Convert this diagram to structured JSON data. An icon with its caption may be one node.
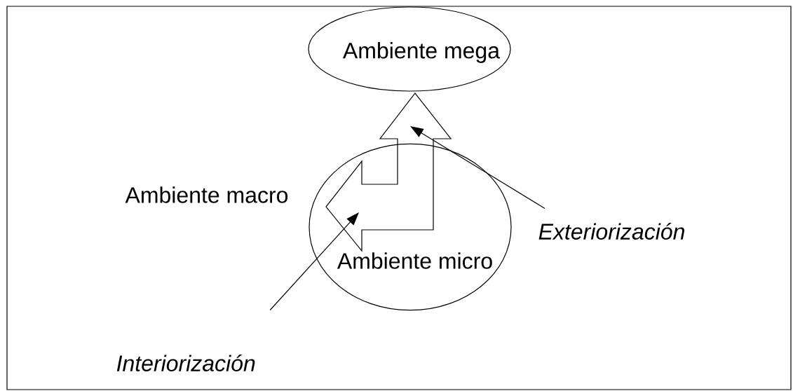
{
  "diagram": {
    "nodes": [
      {
        "text": [
          "Ambiente mega"
        ]
      },
      {
        "text": [],
        "shape": "arrow"
      },
      {
        "text": [
          "Ambiente micro"
        ]
      },
      {
        "text": [
          "Exteriorización"
        ]
      },
      {
        "text": [
          "Interiorización"
        ]
      }
    ],
    "edges": [
      {
        "from": 3,
        "to": 1,
        "arrow": "to"
      },
      {
        "from": 4,
        "to": 1,
        "arrow": "to"
      }
    ],
    "labels": [
      "Ambiente macro"
    ]
  }
}
